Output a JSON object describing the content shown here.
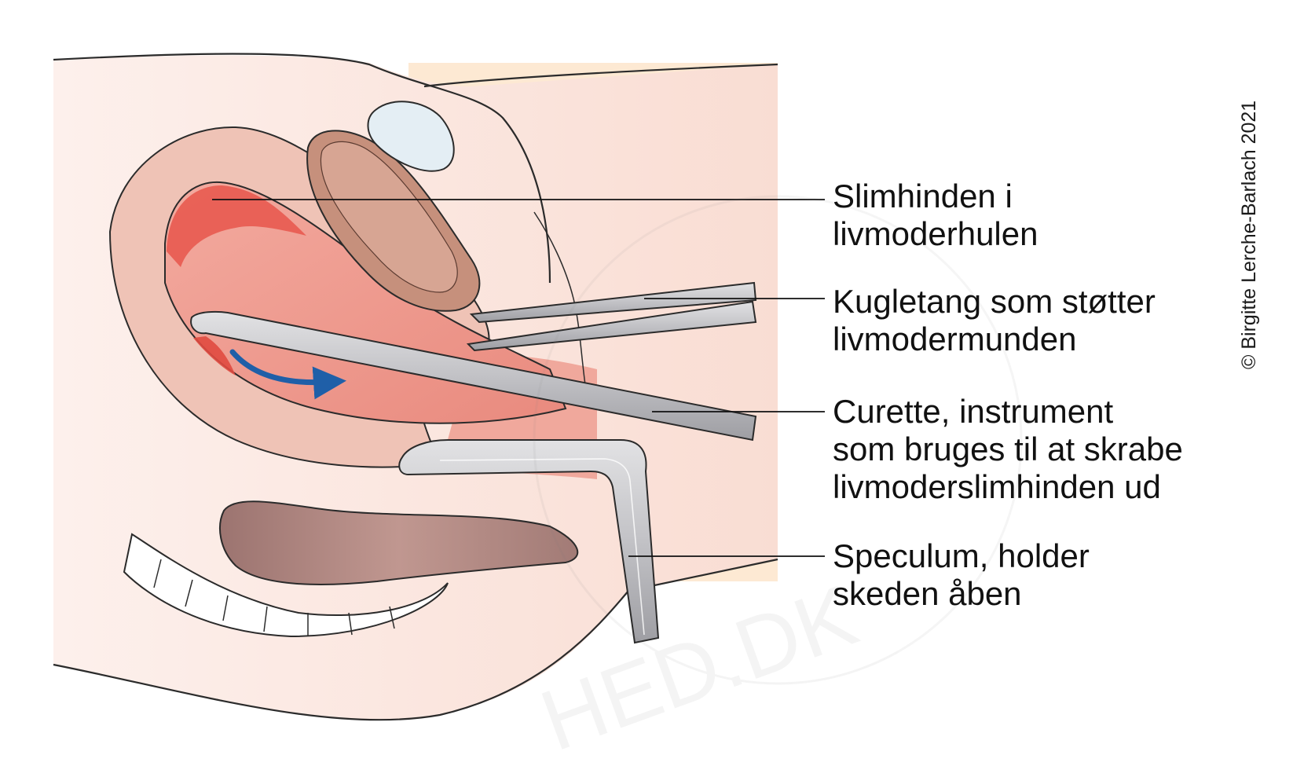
{
  "labels": [
    {
      "id": "slimhinden",
      "lines": [
        "Slimhinden i",
        "livmoderhulen"
      ]
    },
    {
      "id": "kugletang",
      "lines": [
        "Kugletang som støtter",
        "livmodermunden"
      ]
    },
    {
      "id": "curette",
      "lines": [
        "Curette, instrument",
        "som bruges til at skrabe",
        "livmoderslimhinden ud"
      ]
    },
    {
      "id": "speculum",
      "lines": [
        "Speculum, holder",
        "skeden åben"
      ]
    }
  ],
  "copyright": "© Birgitte Lerche-Barlach 2021",
  "watermark": "HED.DK",
  "colors": {
    "skin": "#fbe4dc",
    "body_backdrop": "#fde9d3",
    "uterus_wall": "#efc3b6",
    "endometrium": "#e85a50",
    "cavity": "#eea196",
    "instrument": "#c9c9cc",
    "arrow": "#1f5fa8",
    "bowel": "#b08a84",
    "outline": "#2b2b2b"
  }
}
